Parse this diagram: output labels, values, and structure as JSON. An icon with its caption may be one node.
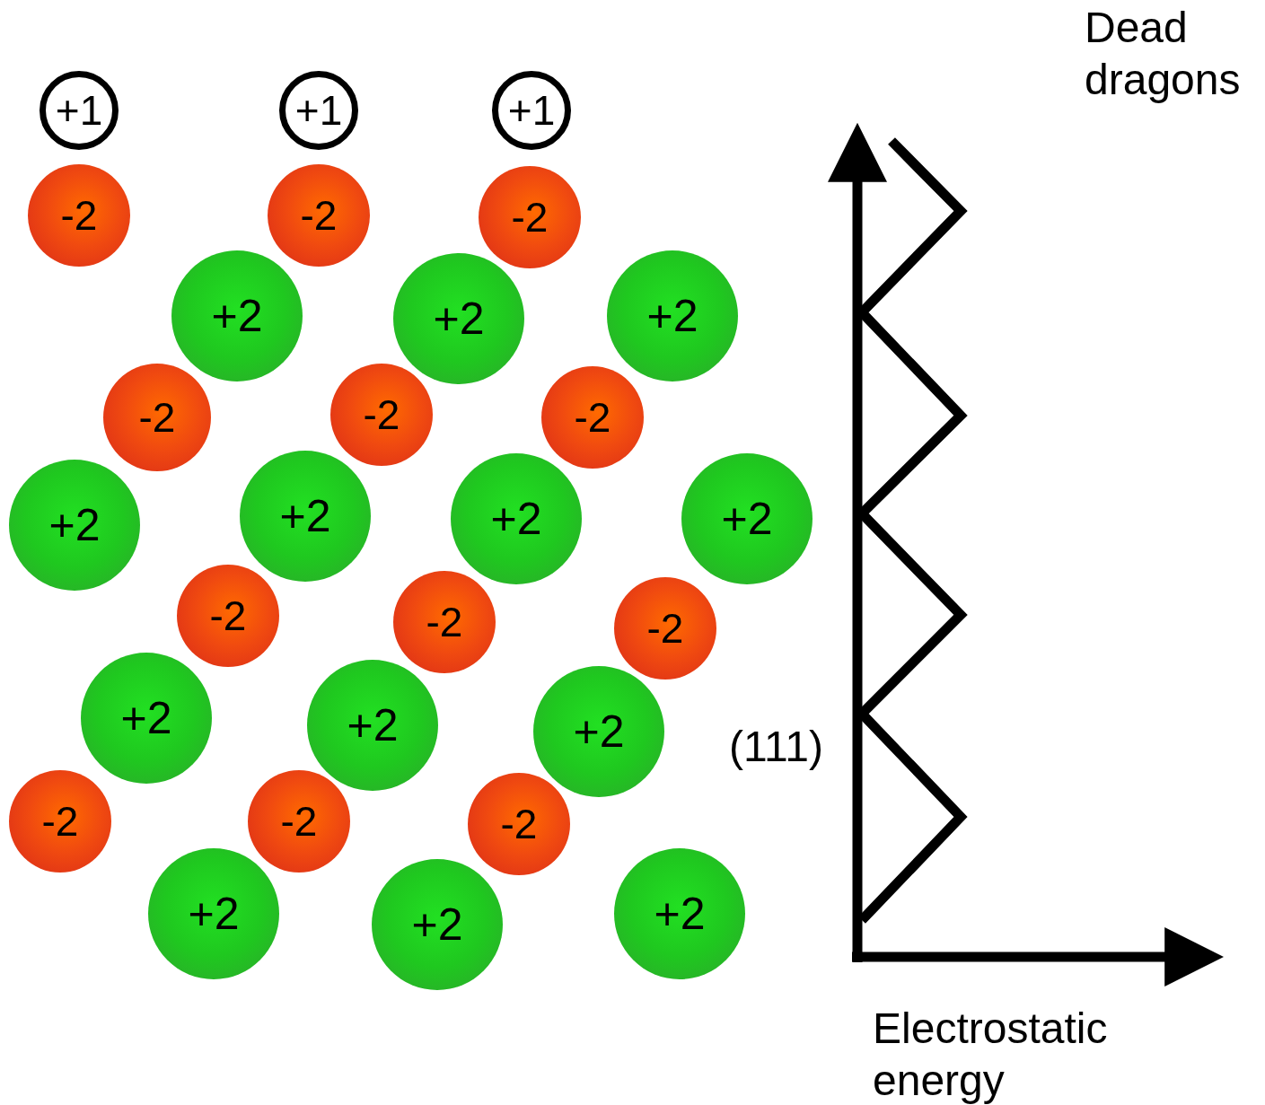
{
  "diagram": {
    "nodes": [
      {
        "text": [
          "+1"
        ]
      },
      {
        "text": [
          "+1"
        ]
      },
      {
        "text": [
          "+1"
        ]
      },
      {
        "text": [
          "-2"
        ]
      },
      {
        "text": [
          "-2"
        ]
      },
      {
        "text": [
          "-2"
        ]
      },
      {
        "text": [
          "+2"
        ]
      },
      {
        "text": [
          "+2"
        ]
      },
      {
        "text": [
          "+2"
        ]
      },
      {
        "text": [
          "-2"
        ]
      },
      {
        "text": [
          "-2"
        ]
      },
      {
        "text": [
          "-2"
        ]
      },
      {
        "text": [
          "+2"
        ]
      },
      {
        "text": [
          "+2"
        ]
      },
      {
        "text": [
          "+2"
        ]
      },
      {
        "text": [
          "+2"
        ]
      },
      {
        "text": [
          "-2"
        ]
      },
      {
        "text": [
          "-2"
        ]
      },
      {
        "text": [
          "-2"
        ]
      },
      {
        "text": [
          "+2"
        ]
      },
      {
        "text": [
          "+2"
        ]
      },
      {
        "text": [
          "+2"
        ]
      },
      {
        "text": [
          "-2"
        ]
      },
      {
        "text": [
          "-2"
        ]
      },
      {
        "text": [
          "-2"
        ]
      },
      {
        "text": [
          "+2"
        ]
      },
      {
        "text": [
          "+2"
        ]
      },
      {
        "text": [
          "+2"
        ]
      }
    ],
    "labels": [
      "Dead dragons",
      "(111)",
      "Electrostatic energy"
    ]
  }
}
